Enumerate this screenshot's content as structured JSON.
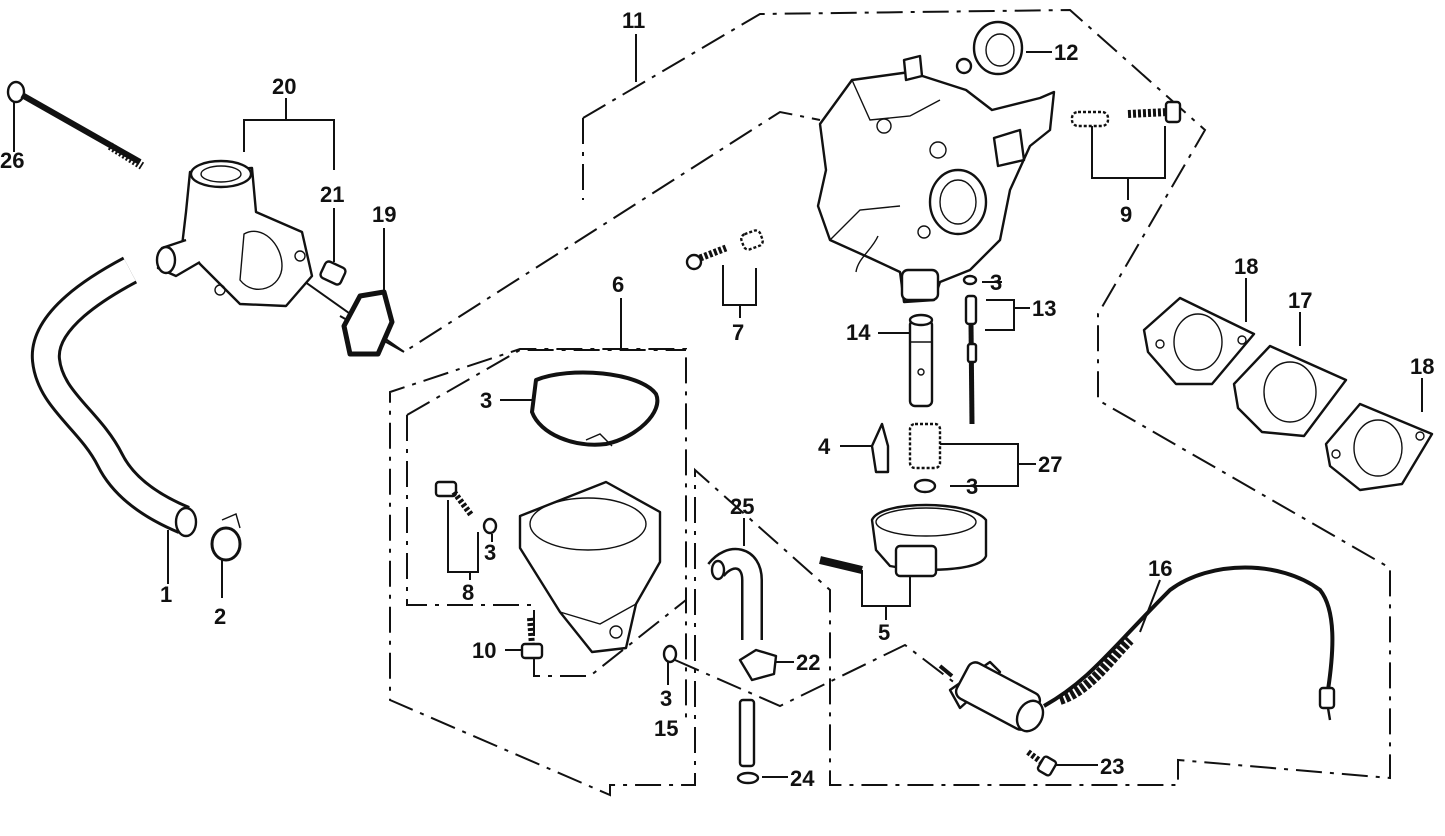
{
  "callouts": {
    "c1": "1",
    "c2": "2",
    "c3a": "3",
    "c3b": "3",
    "c3c": "3",
    "c3d": "3",
    "c3e": "3",
    "c4": "4",
    "c5": "5",
    "c6": "6",
    "c7": "7",
    "c8": "8",
    "c9": "9",
    "c10": "10",
    "c11": "11",
    "c12": "12",
    "c13": "13",
    "c14": "14",
    "c15": "15",
    "c16": "16",
    "c17": "17",
    "c18a": "18",
    "c18b": "18",
    "c19": "19",
    "c20": "20",
    "c21": "21",
    "c22": "22",
    "c23": "23",
    "c24": "24",
    "c25": "25",
    "c26": "26",
    "c27": "27"
  }
}
